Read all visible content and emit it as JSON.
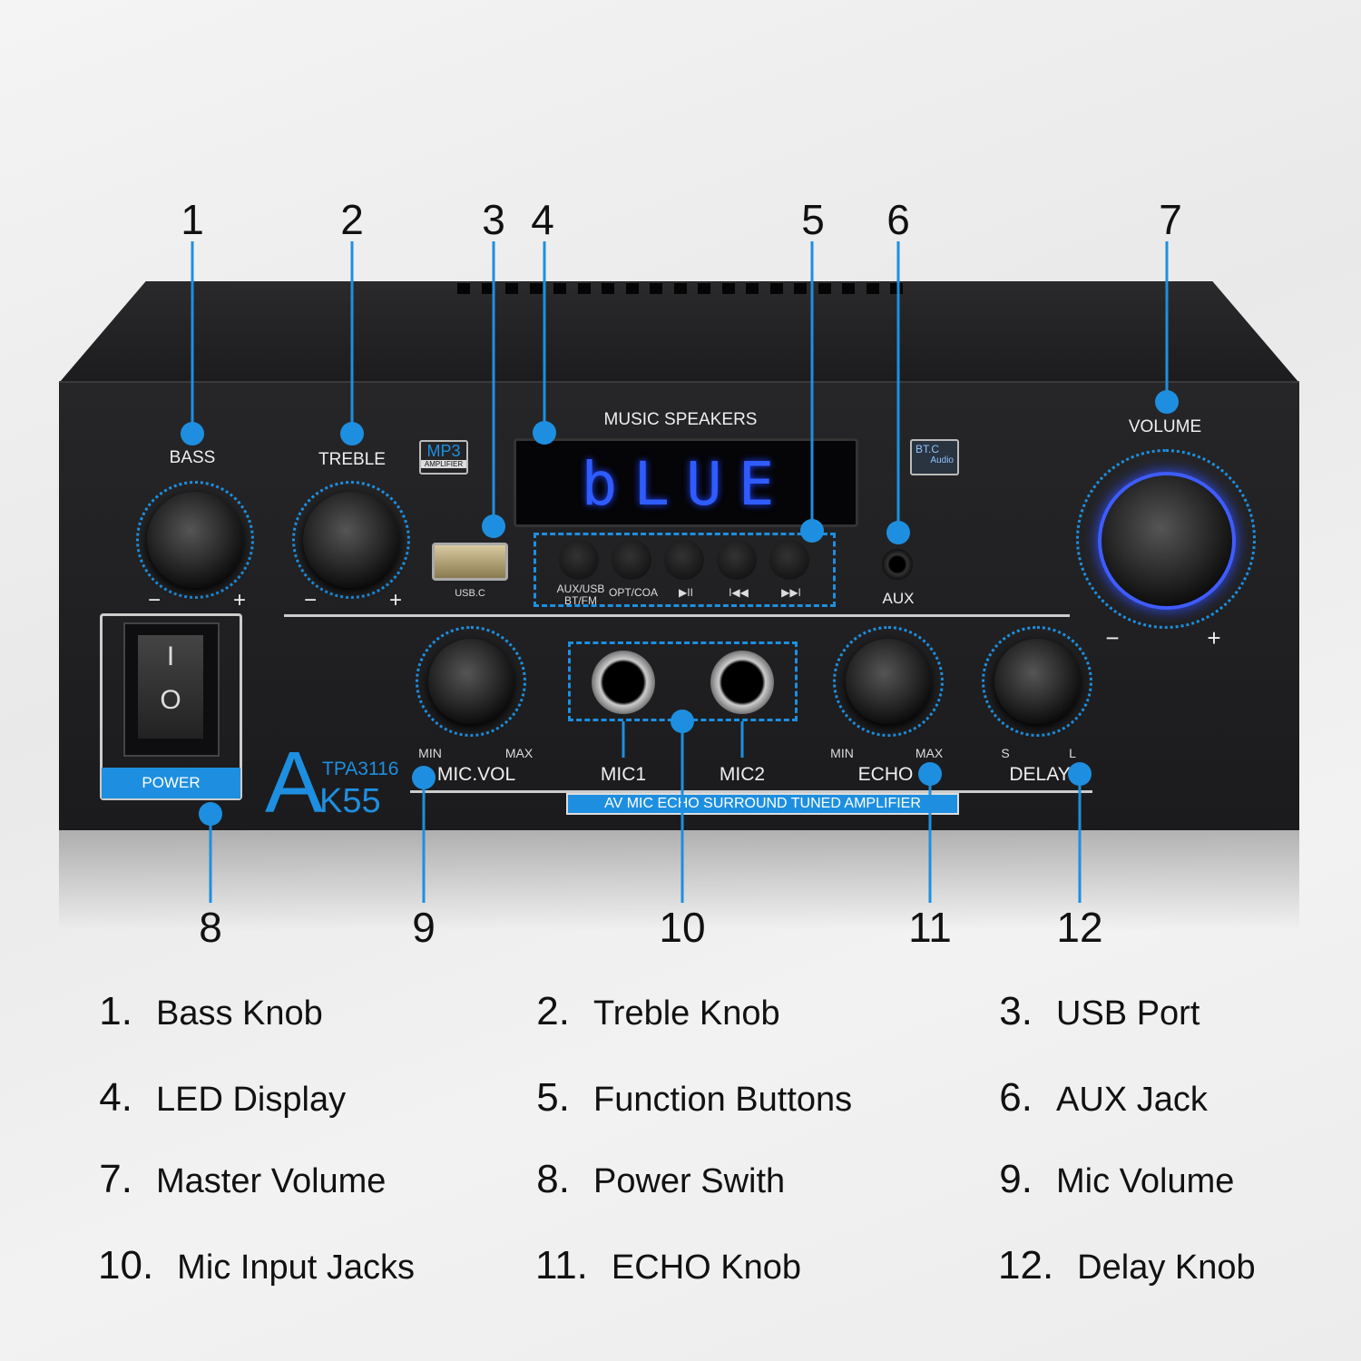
{
  "device": {
    "top_label": "MUSIC SPEAKERS",
    "display_text": "bLUE",
    "mp3_badge": "MP3",
    "mp3_sub": "AMPLIFIER",
    "bt_badge": "BT.C",
    "bt_sub": "Audio",
    "usb_label": "USB.C",
    "aux_label": "AUX",
    "volume_label": "VOLUME",
    "bass_label": "BASS",
    "treble_label": "TREBLE",
    "minus": "−",
    "plus": "+",
    "buttons": [
      "AUX/USB BT/FM",
      "OPT/COA",
      "▶II",
      "I◀◀",
      "▶▶I"
    ],
    "power_label": "POWER",
    "switch_on": "I",
    "switch_off": "O",
    "chip": "TPA3116",
    "brand_a": "A",
    "brand_model": "K55",
    "mic_vol_label": "MIC.VOL",
    "mic1": "MIC1",
    "mic2": "MIC2",
    "echo_label": "ECHO",
    "delay_label": "DELAY",
    "min": "MIN",
    "max": "MAX",
    "s": "S",
    "l": "L",
    "banner": "AV MIC ECHO SURROUND TUNED AMPLIFIER"
  },
  "accent": "#1e8fe0",
  "callouts": [
    "1",
    "2",
    "3",
    "4",
    "5",
    "6",
    "7",
    "8",
    "9",
    "10",
    "11",
    "12"
  ],
  "legend": [
    {
      "n": "1.",
      "label": "Bass Knob"
    },
    {
      "n": "2.",
      "label": "Treble Knob"
    },
    {
      "n": "3.",
      "label": "USB Port"
    },
    {
      "n": "4.",
      "label": "LED Display"
    },
    {
      "n": "5.",
      "label": "Function Buttons"
    },
    {
      "n": "6.",
      "label": "AUX Jack"
    },
    {
      "n": "7.",
      "label": "Master Volume"
    },
    {
      "n": "8.",
      "label": "Power Swith"
    },
    {
      "n": "9.",
      "label": "Mic Volume"
    },
    {
      "n": "10.",
      "label": "Mic Input Jacks"
    },
    {
      "n": "11.",
      "label": "ECHO Knob"
    },
    {
      "n": "12.",
      "label": "Delay Knob"
    }
  ]
}
